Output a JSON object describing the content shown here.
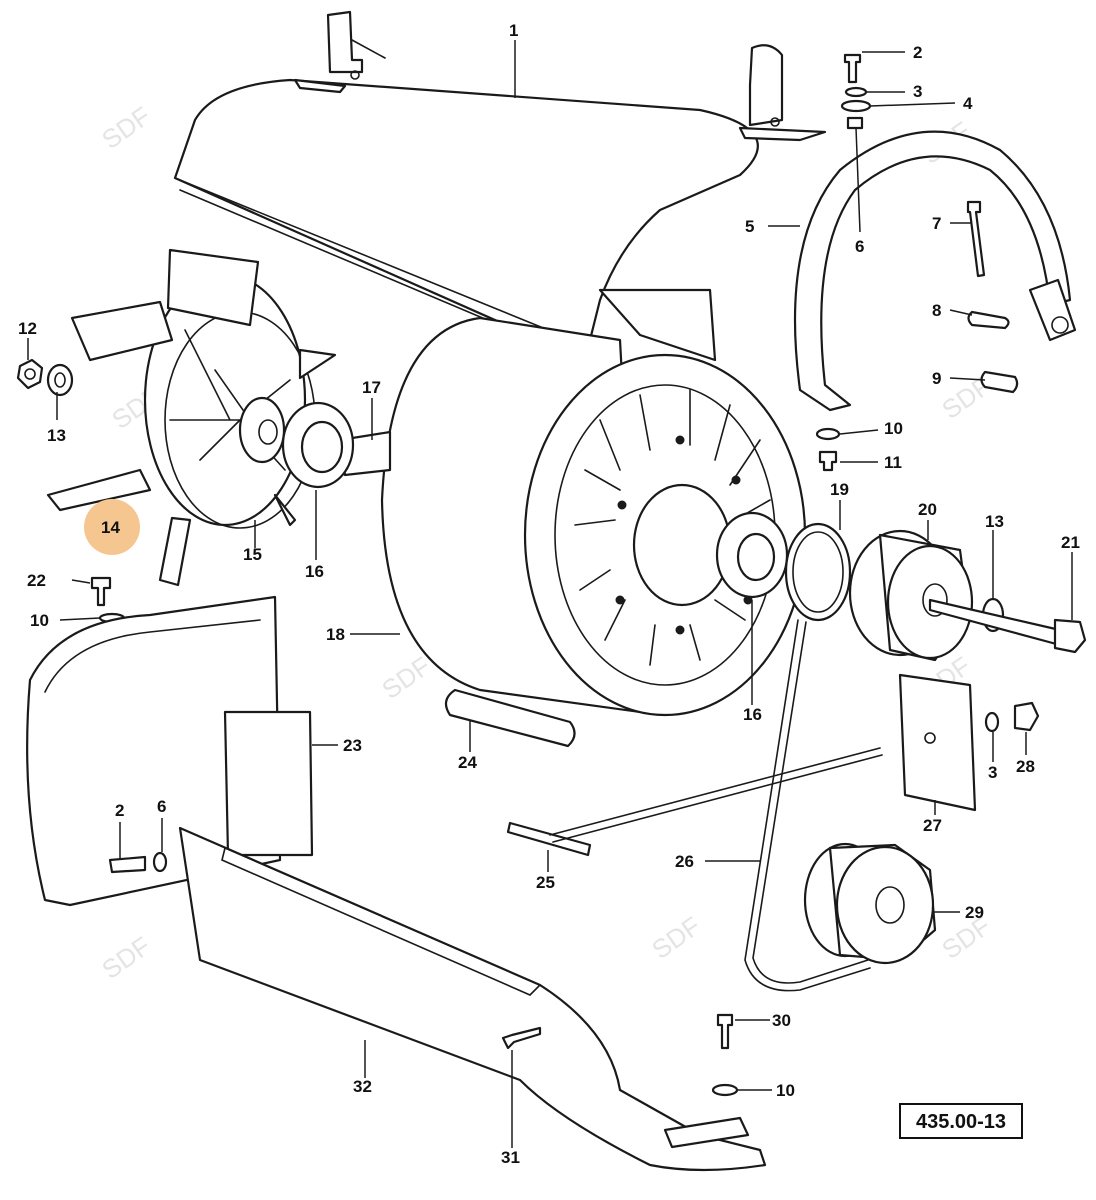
{
  "diagram": {
    "highlight_color": "#f5c68f",
    "highlighted_callout": "14",
    "reference_code": "435.00-13",
    "watermark": "SDF",
    "callouts": {
      "c1": "1",
      "c2a": "2",
      "c3a": "3",
      "c4": "4",
      "c5": "5",
      "c6a": "6",
      "c7": "7",
      "c8": "8",
      "c9": "9",
      "c10a": "10",
      "c11": "11",
      "c12": "12",
      "c13a": "13",
      "c14": "14",
      "c15": "15",
      "c16a": "16",
      "c17": "17",
      "c18": "18",
      "c19": "19",
      "c20": "20",
      "c13b": "13",
      "c21": "21",
      "c22": "22",
      "c10b": "10",
      "c16b": "16",
      "c23": "23",
      "c24": "24",
      "c3b": "3",
      "c28": "28",
      "c27": "27",
      "c2b": "2",
      "c6b": "6",
      "c25": "25",
      "c26": "26",
      "c29": "29",
      "c30": "30",
      "c32": "32",
      "c10c": "10",
      "c31": "31"
    }
  }
}
